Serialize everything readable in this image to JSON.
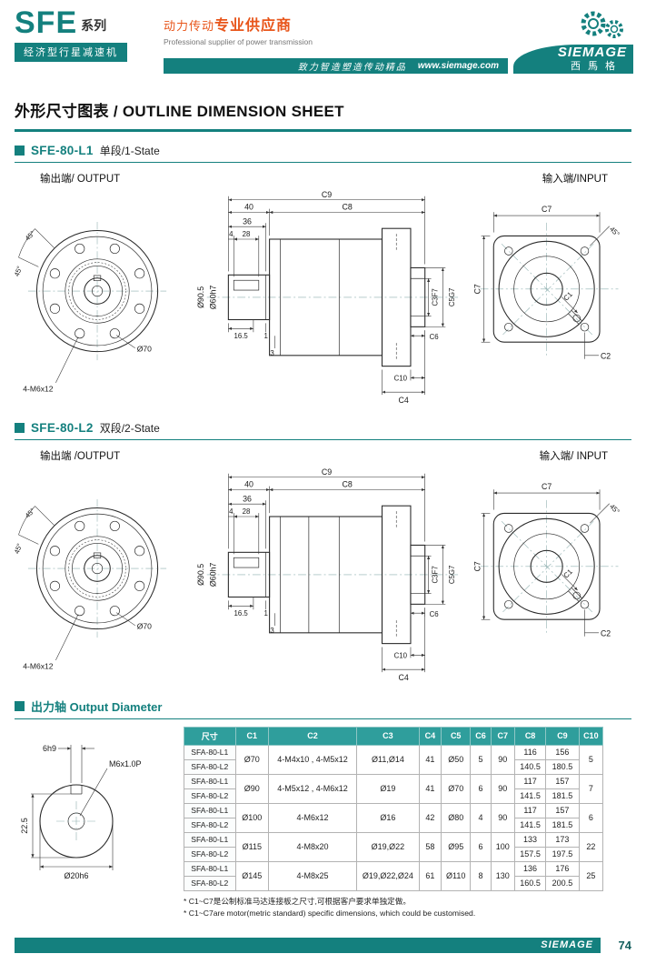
{
  "header": {
    "brand": "SFE",
    "brand_suffix": "系列",
    "brand_tagline": "经济型行星减速机",
    "supplier_cn_1": "动力传动",
    "supplier_cn_2": "专业供应商",
    "supplier_en": "Professional supplier of power transmission",
    "slogan": "致力智造塑造传动精品",
    "website": "www.siemage.com",
    "logo_name": "SIEMAGE",
    "logo_cn": "西馬格"
  },
  "page_title": "外形尺寸图表 / OUTLINE DIMENSION SHEET",
  "section1": {
    "model": "SFE-80-L1",
    "stage": "单段/1-State",
    "output_label": "输出端/ OUTPUT",
    "input_label": "输入端/INPUT"
  },
  "section2": {
    "model": "SFE-80-L2",
    "stage": "双段/2-State",
    "output_label": "输出端 /OUTPUT",
    "input_label": "输入端/ INPUT"
  },
  "section3": {
    "title": "出力轴 Output Diameter"
  },
  "dims": {
    "c9": "C9",
    "d40": "40",
    "c8": "C8",
    "d36": "36",
    "d4": "4",
    "d28": "28",
    "d90": "Ø90.5",
    "d60": "Ø60h7",
    "d165": "16.5",
    "d1": "1",
    "d3": "3",
    "c3": "C3F7",
    "c5": "C5G7",
    "c6": "C6",
    "c10": "C10",
    "c4": "C4",
    "angle": "45°",
    "d70": "Ø70",
    "bolt": "4-M6x12",
    "c7": "C7",
    "c1": "C1",
    "c2": "C2"
  },
  "shaft": {
    "key_width": "6h9",
    "thread": "M6x1.0P",
    "key_depth": "22.5",
    "diameter": "Ø20h6"
  },
  "table": {
    "headers": [
      "尺寸",
      "C1",
      "C2",
      "C3",
      "C4",
      "C5",
      "C6",
      "C7",
      "C8",
      "C9",
      "C10"
    ],
    "groups": [
      {
        "m1": "SFA-80-L1",
        "m2": "SFA-80-L2",
        "c1": "Ø70",
        "c2": "4-M4x10 , 4-M5x12",
        "c3": "Ø11,Ø14",
        "c4": "41",
        "c5": "Ø50",
        "c6": "5",
        "c7": "90",
        "c8a": "116",
        "c8b": "140.5",
        "c9a": "156",
        "c9b": "180.5",
        "c10": "5"
      },
      {
        "m1": "SFA-80-L1",
        "m2": "SFA-80-L2",
        "c1": "Ø90",
        "c2": "4-M5x12 , 4-M6x12",
        "c3": "Ø19",
        "c4": "41",
        "c5": "Ø70",
        "c6": "6",
        "c7": "90",
        "c8a": "117",
        "c8b": "141.5",
        "c9a": "157",
        "c9b": "181.5",
        "c10": "7"
      },
      {
        "m1": "SFA-80-L1",
        "m2": "SFA-80-L2",
        "c1": "Ø100",
        "c2": "4-M6x12",
        "c3": "Ø16",
        "c4": "42",
        "c5": "Ø80",
        "c6": "4",
        "c7": "90",
        "c8a": "117",
        "c8b": "141.5",
        "c9a": "157",
        "c9b": "181.5",
        "c10": "6"
      },
      {
        "m1": "SFA-80-L1",
        "m2": "SFA-80-L2",
        "c1": "Ø115",
        "c2": "4-M8x20",
        "c3": "Ø19,Ø22",
        "c4": "58",
        "c5": "Ø95",
        "c6": "6",
        "c7": "100",
        "c8a": "133",
        "c8b": "157.5",
        "c9a": "173",
        "c9b": "197.5",
        "c10": "22"
      },
      {
        "m1": "SFA-80-L1",
        "m2": "SFA-80-L2",
        "c1": "Ø145",
        "c2": "4-M8x25",
        "c3": "Ø19,Ø22,Ø24",
        "c4": "61",
        "c5": "Ø110",
        "c6": "8",
        "c7": "130",
        "c8a": "136",
        "c8b": "160.5",
        "c9a": "176",
        "c9b": "200.5",
        "c10": "25"
      }
    ]
  },
  "footnotes": [
    "* C1~C7是公制标准马达连接板之尺寸,可根据客户要求单独定做。",
    "* C1~C7are motor(metric standard) specific dimensions, which could be customised."
  ],
  "footer": {
    "brand": "SIEMAGE",
    "page": "74"
  }
}
